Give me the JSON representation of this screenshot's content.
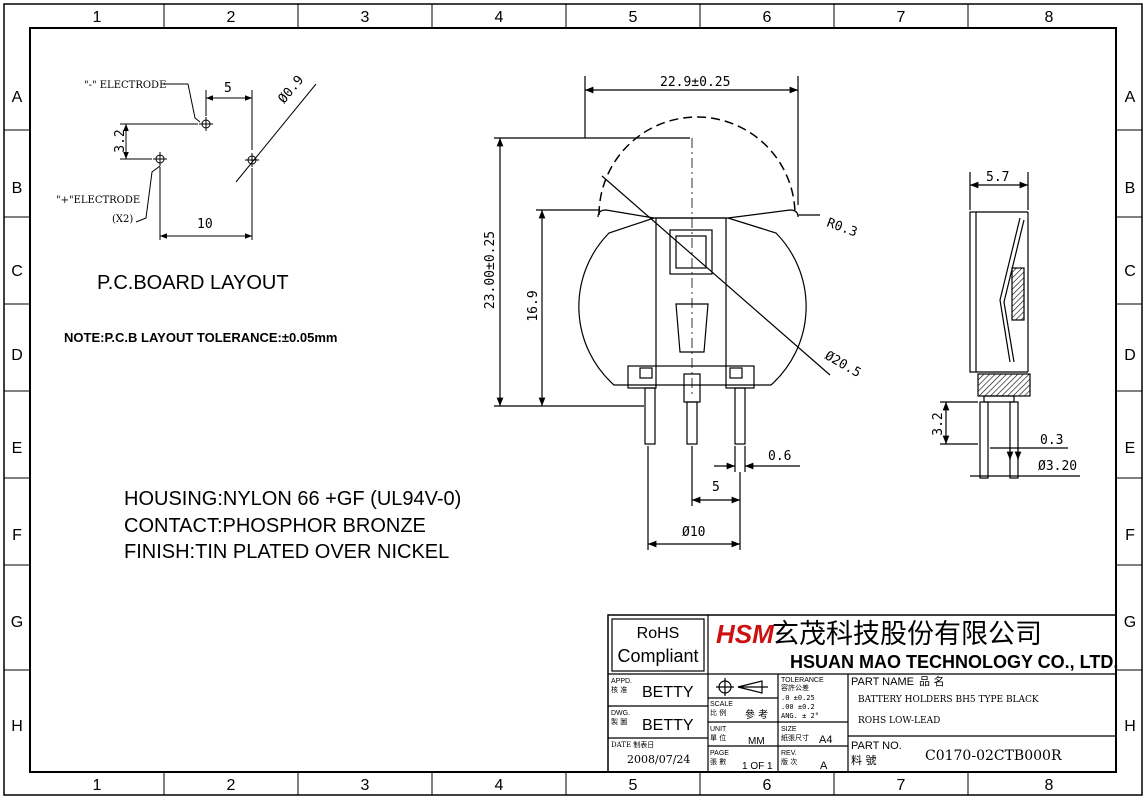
{
  "border": {
    "columns": [
      "1",
      "2",
      "3",
      "4",
      "5",
      "6",
      "7",
      "8"
    ],
    "rows": [
      "A",
      "B",
      "C",
      "D",
      "E",
      "F",
      "G",
      "H"
    ]
  },
  "pcb": {
    "neg_electrode": "\"-\" ELECTRODE",
    "pos_electrode": "\"+\"ELECTRODE",
    "pos_count": "(X2)",
    "dim_5": "5",
    "dim_3_2": "3.2",
    "dim_10": "10",
    "dim_hole": "Ø0.9",
    "title": "P.C.BOARD  LAYOUT",
    "note": "NOTE:P.C.B LAYOUT TOLERANCE:±0.05mm"
  },
  "specs": {
    "housing": "HOUSING:NYLON 66 +GF (UL94V-0)",
    "contact": "CONTACT:PHOSPHOR BRONZE",
    "finish": "FINISH:TIN PLATED OVER NICKEL"
  },
  "front": {
    "width": "22.9±0.25",
    "height": "23.00±0.25",
    "inner_height": "16.9",
    "radius": "R0.3",
    "battery_dia": "Ø20.5",
    "pin": "0.6",
    "pitch": "5",
    "span": "Ø10"
  },
  "side": {
    "width": "5.7",
    "pin_len": "3.2",
    "thickness": "0.3",
    "dia": "Ø3.20"
  },
  "title_block": {
    "rohs_line1": "RoHS",
    "rohs_line2": "Compliant",
    "logo": "HSM",
    "company_cn": "玄茂科技股份有限公司",
    "company_en": "HSUAN MAO TECHNOLOGY CO., LTD.",
    "appd_label": "APPD.",
    "appd_cn": "核 准",
    "appd_name": "BETTY",
    "dwg_label": "DWG.",
    "dwg_cn": "製 圖",
    "dwg_name": "BETTY",
    "date_label": "DATE 制表日",
    "date_value": "2008/07/24",
    "scale_label": "SCALE",
    "scale_cn": "比 例",
    "scale_value": "參 考",
    "unit_label": "UNIT",
    "unit_cn": "單 位",
    "unit_value": "MM",
    "page_label": "PAGE",
    "page_cn": "張 數",
    "page_value": "1 OF 1",
    "tol_label": "TOLERANCE",
    "tol_cn": "容許公差",
    "tol_1": ".0     ±0.25",
    "tol_2": ".00    ±0.2",
    "tol_3": "ANG.   ± 2°",
    "size_label": "SIZE",
    "size_cn": "紙張尺寸",
    "size_value": "A4",
    "rev_label": "REV.",
    "rev_cn": "版 次",
    "rev_value": "A",
    "part_name_label": "PART NAME",
    "part_name_cn": "品  名",
    "part_name_1": "BATTERY HOLDERS BH5 TYPE BLACK",
    "part_name_2": "ROHS LOW-LEAD",
    "part_no_label": "PART NO.",
    "part_no_cn": "料  號",
    "part_no_value": "C0170-02CTB000R"
  }
}
